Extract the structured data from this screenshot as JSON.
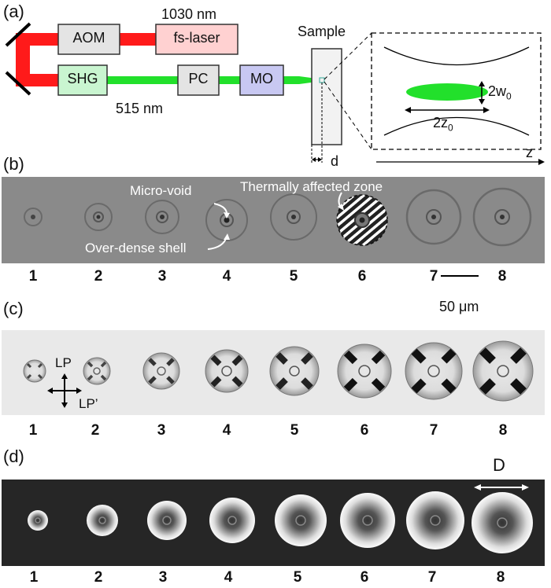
{
  "panels": {
    "a": {
      "label": "(a)",
      "wavelength_ir": "1030 nm",
      "wavelength_green": "515 nm",
      "boxes": {
        "aom": "AOM",
        "laser": "fs-laser",
        "shg": "SHG",
        "pc": "PC",
        "mo": "MO"
      },
      "sample": "Sample",
      "d": "d",
      "w0": "2w",
      "w0_sub": "0",
      "z0": "2z",
      "z0_sub": "0",
      "z": "z",
      "colors": {
        "ir_beam": "#ff1a1a",
        "green_beam": "#22e02b",
        "laser_box": "#ffd1d1",
        "shg_box": "#c9f5d0",
        "mo_box": "#c8c8f2",
        "grey_box": "#e4e4e4"
      }
    },
    "b": {
      "label": "(b)",
      "ann_void": "Micro-void",
      "ann_shell": "Over-dense shell",
      "ann_tz": "Thermally affected zone",
      "scalebar": "50 μm",
      "numbers": [
        "1",
        "2",
        "3",
        "4",
        "5",
        "6",
        "7",
        "8"
      ]
    },
    "c": {
      "label": "(c)",
      "lp": "LP",
      "lp_prime": "LP’",
      "numbers": [
        "1",
        "2",
        "3",
        "4",
        "5",
        "6",
        "7",
        "8"
      ]
    },
    "d": {
      "label": "(d)",
      "diameter": "D",
      "numbers": [
        "1",
        "2",
        "3",
        "4",
        "5",
        "6",
        "7",
        "8"
      ]
    }
  }
}
